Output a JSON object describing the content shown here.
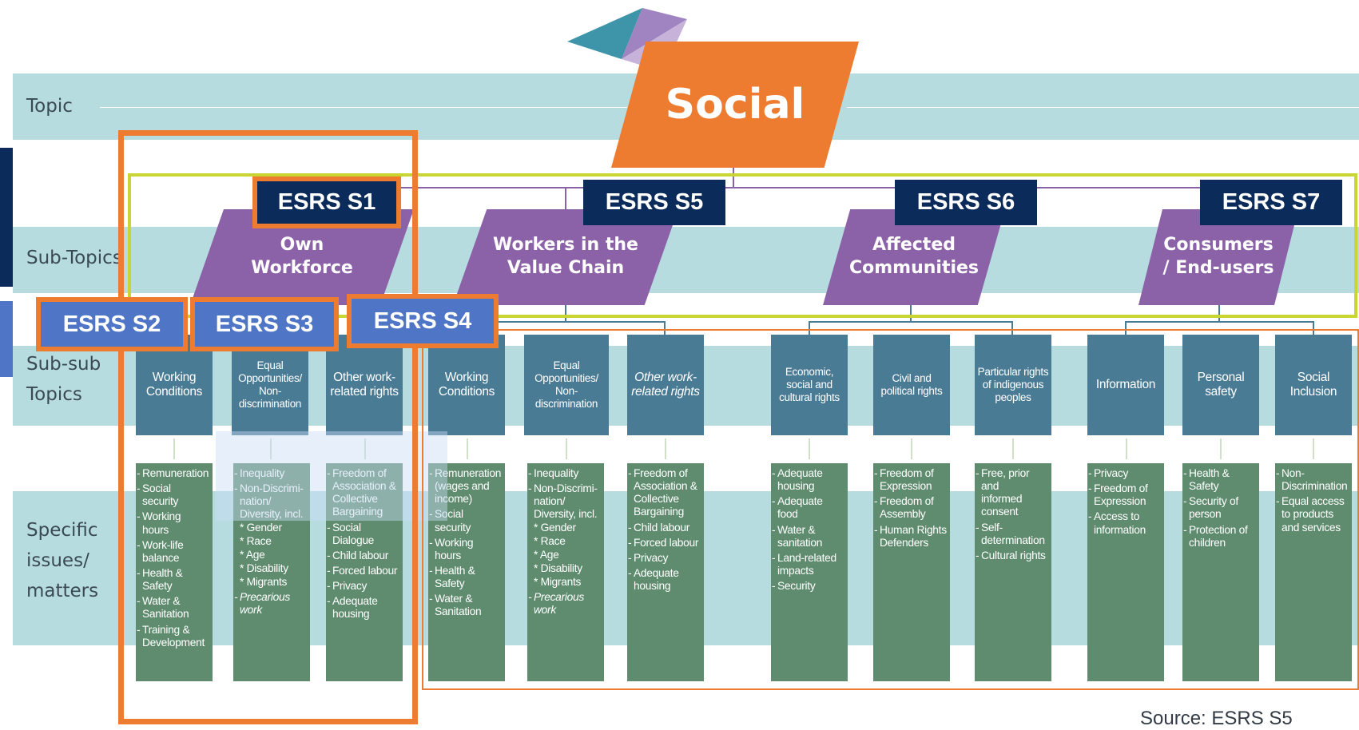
{
  "title": "Social",
  "row_labels": {
    "topic": "Topic",
    "sub_topics": "Sub-Topics",
    "sub_sub_topics_1": "Sub-sub",
    "sub_sub_topics_2": "Topics",
    "specific_1": "Specific",
    "specific_2": "issues/",
    "specific_3": "matters"
  },
  "esrs_labels": {
    "s1": "ESRS S1",
    "s2": "ESRS S2",
    "s3": "ESRS S3",
    "s4": "ESRS S4",
    "s5": "ESRS S5",
    "s6": "ESRS S6",
    "s7": "ESRS S7"
  },
  "sub_topics": [
    "Own\nWorkforce",
    "Workers in the\nValue Chain",
    "Affected\nCommunities",
    "Consumers\n/ End-users"
  ],
  "sub_sub_topics": [
    "Working\nConditions",
    "Equal\nOpportunities/\nNon-\ndiscrimination",
    "Other work-\nrelated rights",
    "Working\nConditions",
    "Equal\nOpportunities/\nNon-\ndiscrimination",
    "Other work-\nrelated rights",
    "Economic,\nsocial and\ncultural rights",
    "Civil and\npolitical rights",
    "Particular rights\nof indigenous\npeoples",
    "Information",
    "Personal\nsafety",
    "Social\nInclusion"
  ],
  "specific_issues": [
    [
      "Remuneration",
      "Social security",
      "Working hours",
      "Work-life\nbalance",
      "Health &\nSafety",
      "Water &\nSanitation",
      "Training &\nDevelopment"
    ],
    [
      "Inequality",
      "Non-Discrimi-\nnation/\nDiversity, incl.",
      "* Gender",
      "* Race",
      "* Age",
      "* Disability",
      "* Migrants",
      "Precarious\nwork"
    ],
    [
      "Freedom of\nAssociation &\nCollective\nBargaining",
      "Social\nDialogue",
      "Child labour",
      "Forced labour",
      "Privacy",
      "Adequate\nhousing"
    ],
    [
      "Remuneration\n(wages and\nincome)",
      "Social security",
      "Working hours",
      "Health &\nSafety",
      "Water &\nSanitation"
    ],
    [
      "Inequality",
      "Non-Discrimi-\nnation/\nDiversity, incl.",
      "* Gender",
      "* Race",
      "* Age",
      "* Disability",
      "* Migrants",
      "Precarious\nwork"
    ],
    [
      "Freedom of\nAssociation &\nCollective\nBargaining",
      "Child labour",
      "Forced labour",
      "Privacy",
      "Adequate\nhousing"
    ],
    [
      "Adequate\nhousing",
      "Adequate\nfood",
      "Water &\nsanitation",
      "Land-related\nimpacts",
      "Security"
    ],
    [
      "Freedom of\nExpression",
      "Freedom of\nAssembly",
      "Human Rights\nDefenders"
    ],
    [
      "Free, prior and\ninformed\nconsent",
      "Self-\ndetermination",
      "Cultural rights"
    ],
    [
      "Privacy",
      "Freedom of\nExpression",
      "Access to\ninformation"
    ],
    [
      "Health &\nSafety",
      "Security of\nperson",
      "Protection of\nchildren"
    ],
    [
      "Non-\nDiscrimination",
      "Equal access\nto products\nand services"
    ]
  ],
  "source": "Source: ESRS S5",
  "colors": {
    "band": "#b7dce0",
    "topic_orange": "#ee7c30",
    "subtopic_purple": "#8b61a8",
    "subsub_blue": "#4a7b95",
    "specific_green": "#5f8c6f",
    "esrs_navy": "#0b2c5a",
    "esrs_blue": "#4f75c6",
    "highlight_yellow": "#c9d632"
  }
}
